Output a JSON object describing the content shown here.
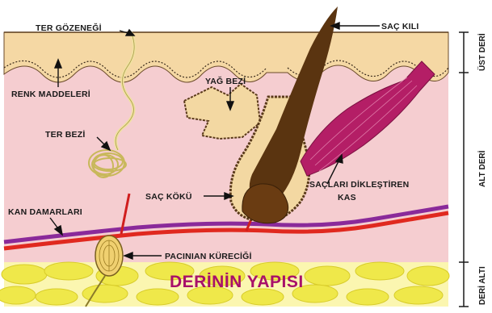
{
  "title": "DERİNİN YAPISI",
  "labels": {
    "sac_kili": "SAÇ KILI",
    "ter_gozenegi": "TER GÖZENEĞİ",
    "renk_maddeleri": "RENK MADDELERİ",
    "yag_bezi": "YAĞ BEZİ",
    "ter_bezi": "TER BEZİ",
    "saclari_dikles_1": "SAÇLARI DİKLEŞTİREN",
    "saclari_dikles_2": "KAS",
    "sac_koku": "SAÇ KÖKÜ",
    "kan_damarlari": "KAN DAMARLARI",
    "pacinian": "PACINIAN KÜRECİĞİ"
  },
  "layers": {
    "ust_deri": "ÜST DERİ",
    "alt_deri": "ALT DERİ",
    "deri_alti": "DERİ ALTI"
  },
  "colors": {
    "epidermis": "#f5d8a4",
    "dermis": "#f5cdd0",
    "fat": "#f0ec5c",
    "hair": "#5a3410",
    "muscle": "#b41e66",
    "artery": "#e0291f",
    "vein": "#8a2a9a",
    "title": "#a8106a"
  }
}
